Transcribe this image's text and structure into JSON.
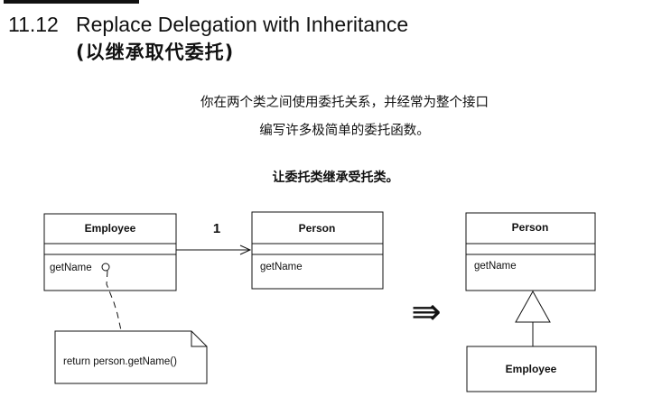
{
  "heading": {
    "number": "11.12",
    "title": "Replace Delegation with Inheritance",
    "subtitle": "(以继承取代委托)"
  },
  "description": {
    "line1": "你在两个类之间使用委托关系，并经常为整个接口",
    "line2": "编写许多极简单的委托函数。"
  },
  "summary": "让委托类继承受托类。",
  "diagram_before": {
    "employee_class": {
      "name": "Employee",
      "method": "getName"
    },
    "person_class": {
      "name": "Person",
      "method": "getName"
    },
    "multiplicity": "1",
    "note": "return person.getName()"
  },
  "transform_arrow": "⇛",
  "diagram_after": {
    "person_class": {
      "name": "Person",
      "method": "getName"
    },
    "employee_class": {
      "name": "Employee"
    }
  }
}
